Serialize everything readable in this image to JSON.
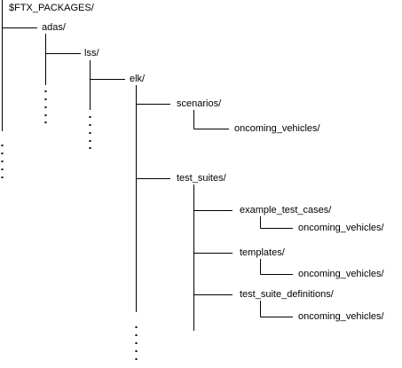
{
  "tree": {
    "root": "$FTX_PACKAGES/",
    "adas": "adas/",
    "lss": "lss/",
    "elk": "elk/",
    "scenarios": "scenarios/",
    "scenarios_oncoming": "oncoming_vehicles/",
    "test_suites": "test_suites/",
    "example_test_cases": "example_test_cases/",
    "example_oncoming": "oncoming_vehicles/",
    "templates": "templates/",
    "templates_oncoming": "oncoming_vehicles/",
    "test_suite_definitions": "test_suite_definitions/",
    "definitions_oncoming": "oncoming_vehicles/"
  },
  "colors": {
    "line": "#000000",
    "text": "#000000"
  }
}
